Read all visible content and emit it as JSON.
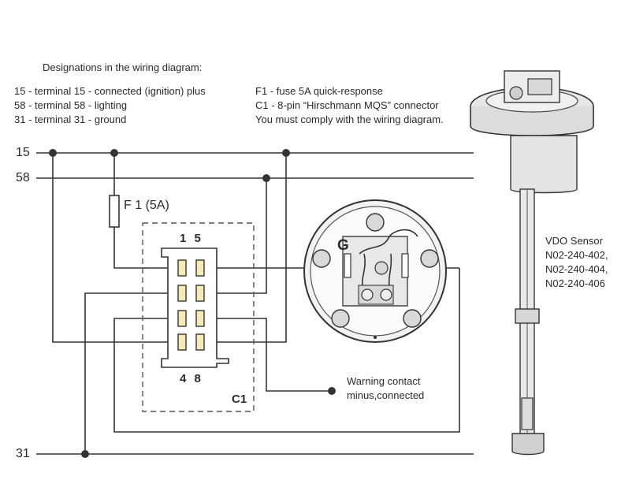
{
  "header": {
    "title": "Designations in the wiring diagram:",
    "left_notes": [
      "15 - terminal 15 - connected (ignition) plus",
      "58 - terminal 58 - lighting",
      "31 - terminal 31 - ground"
    ],
    "right_notes": [
      "F1 - fuse 5A quick-response",
      "C1 - 8-pin “Hirschmann MQS” connector",
      "You must comply with the wiring diagram."
    ]
  },
  "lines": {
    "l15": "15",
    "l58": "58",
    "l31": "31"
  },
  "fuse": {
    "label": "F 1 (5A)"
  },
  "connector": {
    "top_pins": "1 5",
    "bottom_pins": "4 8",
    "name": "C1"
  },
  "gauge": {
    "terminal_label": "G"
  },
  "warning": {
    "line1": "Warning contact",
    "line2": "minus,connected"
  },
  "sensor": {
    "title": "VDO Sensor",
    "models": [
      "N02-240-402,",
      "N02-240-404,",
      "N02-240-406"
    ]
  }
}
